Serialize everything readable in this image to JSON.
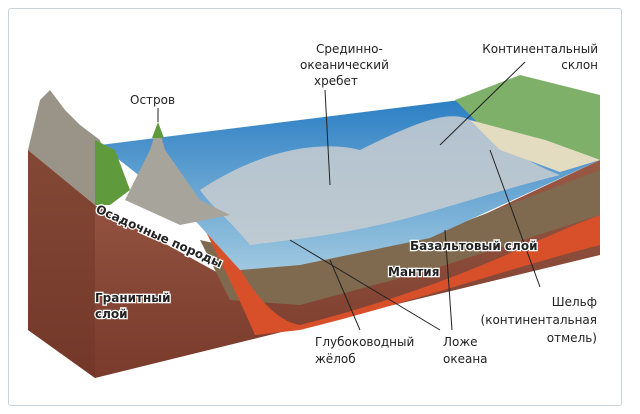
{
  "labels": {
    "ridge": [
      "Срединно-",
      "океанический",
      "хребет"
    ],
    "slope": [
      "Континентальный",
      "склон"
    ],
    "island": "Остров",
    "sediment": "Осадочные породы",
    "granite": [
      "Гранитный",
      "слой"
    ],
    "basalt": "Базальтовый  слой",
    "mantle": "Мантия",
    "shelf": [
      "Шельф",
      "(континентальная",
      "отмель)"
    ],
    "trench": [
      "Глубоководный",
      "жёлоб"
    ],
    "floor": [
      "Ложе",
      "океана"
    ]
  },
  "colors": {
    "water": "#3f8fc9",
    "mantle": "#d8502a",
    "crust": "#8f4a38",
    "basalt": "#7f6a50",
    "land": "#7fb069",
    "rock": "#9a9488"
  }
}
